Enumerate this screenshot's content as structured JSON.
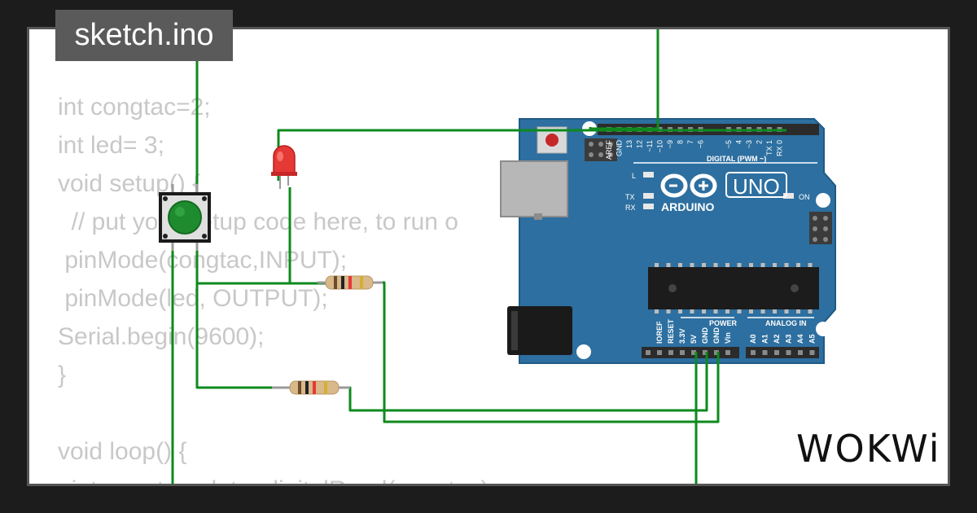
{
  "file_tab": {
    "label": "sketch.ino"
  },
  "code": {
    "lines": [
      "int congtac=2;",
      "int led= 3;",
      "void setup() {",
      "  // put your setup code here, to run o",
      " pinMode(congtac,INPUT);",
      " pinMode(led, OUTPUT);",
      "Serial.begin(9600);",
      "}",
      "",
      "void loop() {",
      "  int congtac_data=digitalRead(congtac);"
    ]
  },
  "board": {
    "name": "UNO",
    "brand": "ARDUINO",
    "digital_header_label": "DIGITAL (PWM ~)",
    "power_label": "POWER",
    "analog_label": "ANALOG IN",
    "on_label": "ON",
    "led_labels": [
      "L",
      "TX",
      "RX"
    ],
    "digital_pins": [
      "AREF",
      "GND",
      "13",
      "12",
      "~11",
      "~10",
      "~9",
      "8",
      "7",
      "~6",
      "~5",
      "4",
      "~3",
      "2",
      "TX 1",
      "RX 0"
    ],
    "power_pins": [
      "IOREF",
      "RESET",
      "3.3V",
      "5V",
      "GND",
      "GND",
      "Vin"
    ],
    "analog_pins": [
      "A0",
      "A1",
      "A2",
      "A3",
      "A4",
      "A5"
    ],
    "colors": {
      "board": "#2d6fa0",
      "header": "#2b2b2b",
      "trace": "#ffffff"
    }
  },
  "components": {
    "led": {
      "color": "#e53935"
    },
    "button": {
      "color": "#1e8c2e"
    },
    "wire_color": "#0e8a1e"
  },
  "watermark": {
    "text": "WOKWi"
  }
}
